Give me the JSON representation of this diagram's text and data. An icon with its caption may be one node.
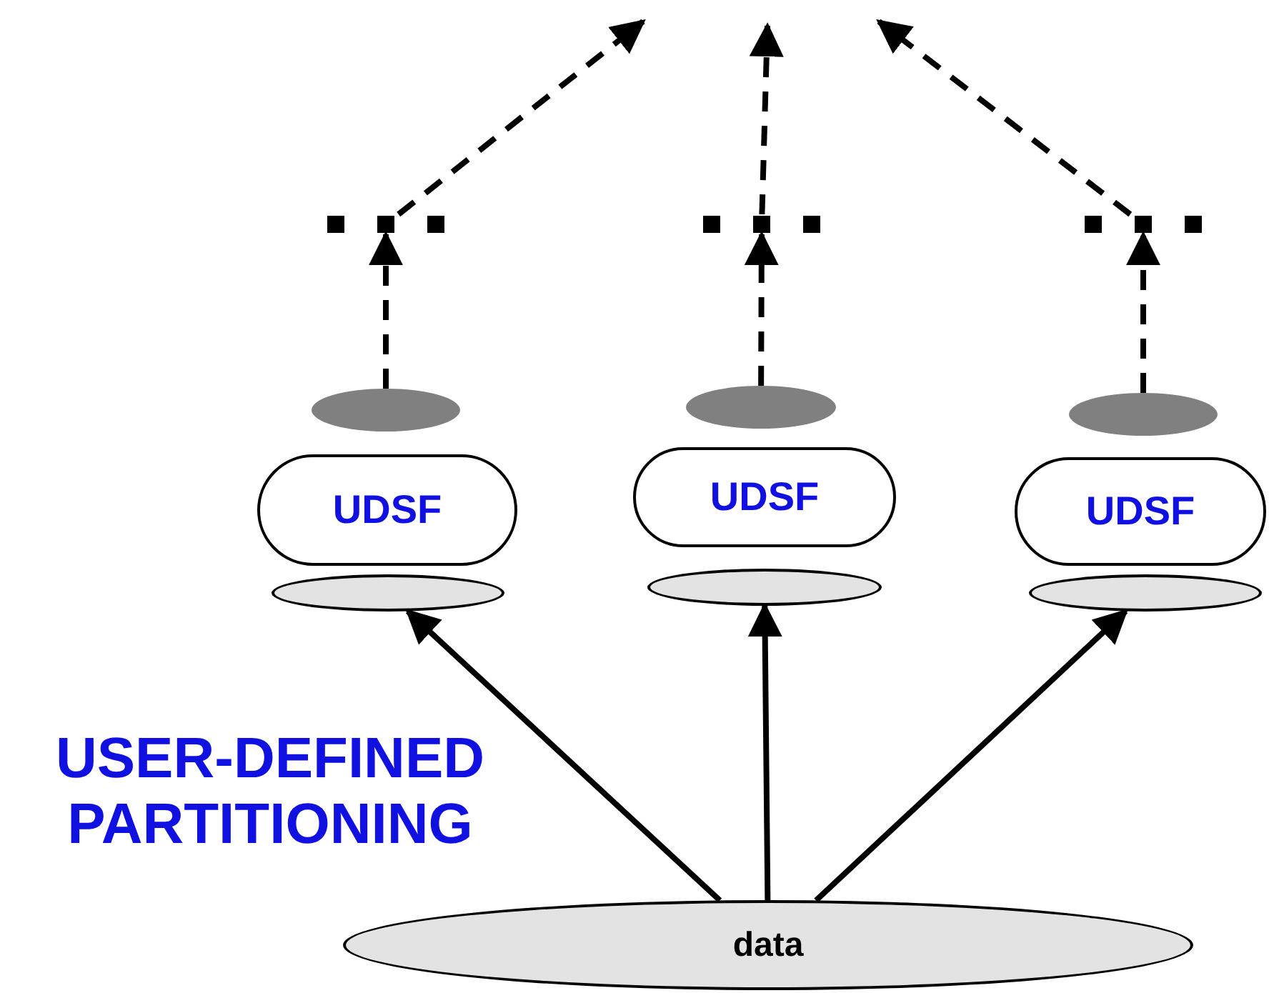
{
  "diagram": {
    "nodes": [
      {
        "text": [],
        "shape": "dots"
      },
      {
        "text": [],
        "shape": "dots"
      },
      {
        "text": [],
        "shape": "dots"
      },
      {
        "text": [],
        "shape": "ellipse"
      },
      {
        "text": [],
        "shape": "ellipse"
      },
      {
        "text": [],
        "shape": "ellipse"
      },
      {
        "text": [
          "UDSF"
        ]
      },
      {
        "text": [
          "UDSF"
        ]
      },
      {
        "text": [
          "UDSF"
        ]
      },
      {
        "text": [],
        "shape": "ellipse"
      },
      {
        "text": [],
        "shape": "ellipse"
      },
      {
        "text": [],
        "shape": "ellipse"
      },
      {
        "text": [
          "data"
        ]
      }
    ],
    "edges": [
      {
        "from": 12,
        "to": 9,
        "arrow": "to"
      },
      {
        "from": 12,
        "to": 10,
        "arrow": "to"
      },
      {
        "from": 12,
        "to": 11,
        "arrow": "to"
      },
      {
        "from": 3,
        "to": 0,
        "arrow": "to",
        "style": "dashed"
      },
      {
        "from": 4,
        "to": 1,
        "arrow": "to",
        "style": "dashed"
      },
      {
        "from": 5,
        "to": 2,
        "arrow": "to",
        "style": "dashed"
      },
      {
        "from": 0,
        "to": null,
        "arrow": "to",
        "style": "dashed"
      },
      {
        "from": 1,
        "to": null,
        "arrow": "to",
        "style": "dashed"
      },
      {
        "from": 2,
        "to": null,
        "arrow": "to",
        "style": "dashed"
      }
    ],
    "labels": [
      "USER-DEFINED PARTITIONING"
    ]
  }
}
